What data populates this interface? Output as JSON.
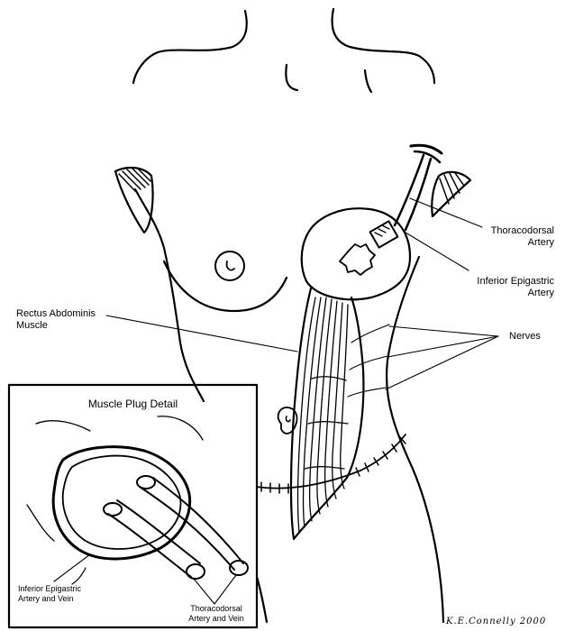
{
  "labels": {
    "thoracodorsal_artery_line1": "Thoracodorsal",
    "thoracodorsal_artery_line2": "Artery",
    "inferior_epigastric_line1": "Inferior Epigastric",
    "inferior_epigastric_line2": "Artery",
    "rectus_line1": "Rectus Abdominis",
    "rectus_line2": "Muscle",
    "nerves": "Nerves"
  },
  "inset": {
    "title": "Muscle Plug Detail",
    "inferior_line1": "Inferior Epigastric",
    "inferior_line2": "Artery and Vein",
    "thoracodorsal_line1": "Thoracodorsal",
    "thoracodorsal_line2": "Artery and Vein"
  },
  "signature": "K.E.Connelly 2000"
}
